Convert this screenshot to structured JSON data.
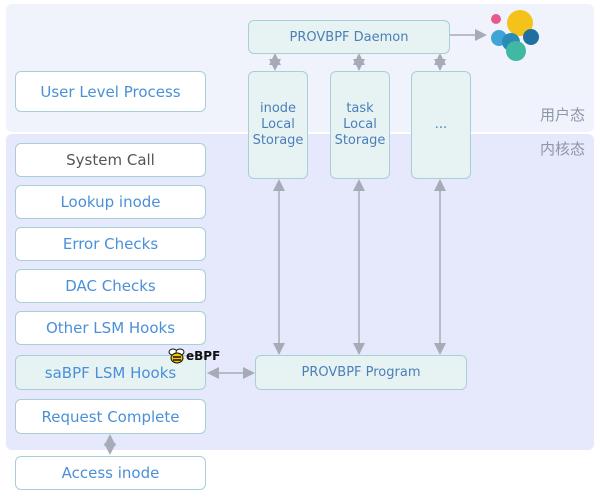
{
  "zones": {
    "user_label": "用户态",
    "kernel_label": "内核态"
  },
  "user_level_process": "User Level Process",
  "stack": [
    "System Call",
    "Lookup inode",
    "Error Checks",
    "DAC Checks",
    "Other LSM Hooks",
    "saBPF LSM Hooks",
    "Request Complete"
  ],
  "access_inode": "Access inode",
  "daemon": "PROVBPF Daemon",
  "storages": {
    "inode": [
      "inode",
      "Local",
      "Storage"
    ],
    "task": [
      "task",
      "Local",
      "Storage"
    ],
    "other": "..."
  },
  "program": "PROVBPF Program",
  "ebpf_badge": "eBPF",
  "icons": {
    "logo": "elastic-style-logo",
    "bee": "ebpf-bee-icon"
  },
  "colors": {
    "user_zone": "#f0f3fc",
    "kernel_zone": "#e6e8fb",
    "box_border": "#a8cfd6",
    "text_blue": "#4a90d9"
  }
}
